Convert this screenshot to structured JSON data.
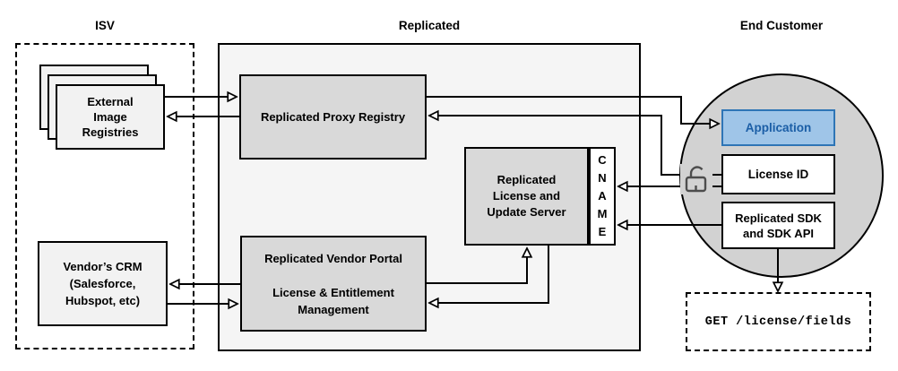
{
  "sections": {
    "isv": {
      "label": "ISV"
    },
    "replicated": {
      "label": "Replicated"
    },
    "end_customer": {
      "label": "End Customer"
    }
  },
  "nodes": {
    "external_image_registries": {
      "label": "External\nImage\nRegistries"
    },
    "vendors_crm": {
      "label": "Vendor’s CRM\n(Salesforce,\nHubspot, etc)"
    },
    "replicated_proxy_registry": {
      "label": "Replicated Proxy Registry"
    },
    "replicated_license_update_server": {
      "label": "Replicated\nLicense and\nUpdate Server"
    },
    "cname": {
      "label": "C\nN\nA\nM\nE"
    },
    "replicated_vendor_portal": {
      "label": "Replicated Vendor Portal\n\nLicense & Entitlement\nManagement"
    },
    "application": {
      "label": "Application"
    },
    "license_id": {
      "label": "License ID"
    },
    "replicated_sdk": {
      "label": "Replicated SDK\nand SDK API"
    },
    "get_license_fields": {
      "label": "GET /license/fields"
    }
  },
  "icons": {
    "lock": "open-padlock-icon"
  },
  "colors": {
    "region_fill": "#f5f5f5",
    "node_gray_fill": "#d9d9d9",
    "node_light_fill": "#f2f2f2",
    "circle_fill": "#d2d2d2",
    "application_fill": "#9fc5e8",
    "application_border": "#2e75b6",
    "application_text": "#1b5ea6",
    "line_color": "#000000"
  }
}
